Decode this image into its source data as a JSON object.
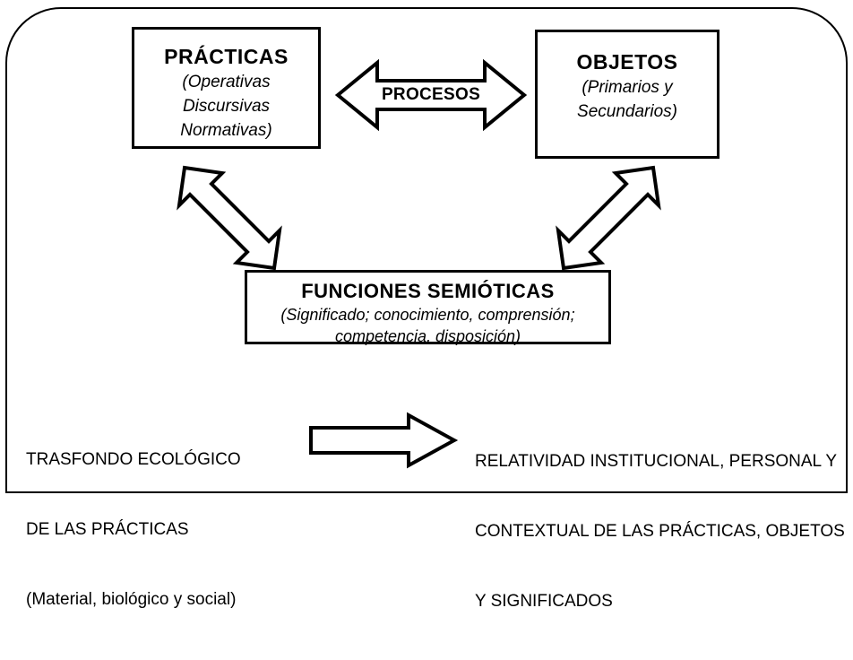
{
  "diagram": {
    "title_internal": "Modelo ontosemiotico",
    "frame": {
      "style": "rounded-top-rectangle",
      "stroke_color": "#000000"
    },
    "boxes": {
      "practicas": {
        "title": "PRÁCTICAS",
        "sub_lines": [
          "(Operativas",
          "Discursivas",
          "Normativas)"
        ]
      },
      "objetos": {
        "title": "OBJETOS",
        "sub_lines": [
          "(Primarios y",
          "Secundarios)"
        ]
      },
      "funciones": {
        "title": "FUNCIONES SEMIÓTICAS",
        "sub_lines": [
          "(Significado; conocimiento, comprensión;",
          "competencia, disposición)"
        ]
      }
    },
    "arrows": {
      "procesos": {
        "label": "PROCESOS",
        "kind": "double-headed-horizontal",
        "connects": [
          "PRÁCTICAS",
          "OBJETOS"
        ]
      },
      "practicas_funciones": {
        "label": "",
        "kind": "double-headed-diagonal-nw-se",
        "connects": [
          "PRÁCTICAS",
          "FUNCIONES SEMIÓTICAS"
        ]
      },
      "objetos_funciones": {
        "label": "",
        "kind": "double-headed-diagonal-ne-sw",
        "connects": [
          "OBJETOS",
          "FUNCIONES SEMIÓTICAS"
        ]
      },
      "relatividad": {
        "label": "",
        "kind": "single-headed-right",
        "connects": [
          "TRASFONDO ECOLÓGICO DE LAS PRÁCTICAS",
          "RELATIVIDAD INSTITUCIONAL, PERSONAL Y CONTEXTUAL"
        ]
      }
    },
    "captions": {
      "trasfondo": {
        "lines": [
          "TRASFONDO ECOLÓGICO",
          "DE LAS PRÁCTICAS",
          "(Material, biológico y social)"
        ]
      },
      "relatividad": {
        "lines": [
          "RELATIVIDAD INSTITUCIONAL, PERSONAL Y",
          "CONTEXTUAL DE LAS PRÁCTICAS, OBJETOS",
          "Y SIGNIFICADOS"
        ]
      }
    }
  }
}
